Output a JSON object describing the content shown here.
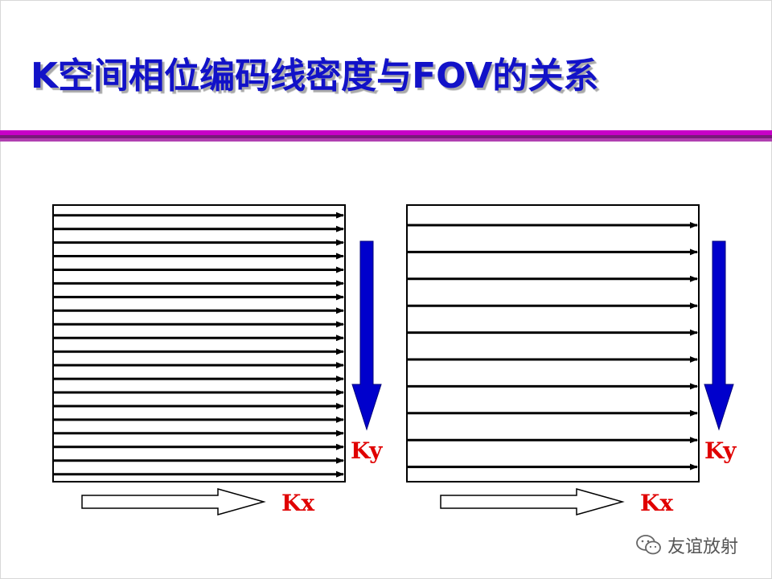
{
  "slide": {
    "title": "K空间相位编码线密度与FOV的关系"
  },
  "diagram": {
    "panels": [
      {
        "id": "dense",
        "encoding_lines": 20,
        "kx_label": "Kx",
        "ky_label": "Ky"
      },
      {
        "id": "sparse",
        "encoding_lines": 10,
        "kx_label": "Kx",
        "ky_label": "Ky"
      }
    ],
    "colors": {
      "ky_arrow": "#0000cc",
      "axis_label": "#e00000",
      "title": "#1212c8",
      "band": "#c800c8"
    }
  },
  "watermark": {
    "text": "友谊放射",
    "icon": "wechat-icon"
  }
}
